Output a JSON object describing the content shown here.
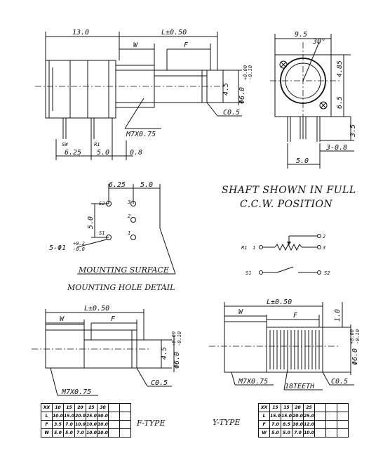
{
  "top_view": {
    "dim_length_total": "13.0",
    "dim_length_shaft": "L±0.50",
    "dim_w": "W",
    "dim_f": "F",
    "dim_flat": "4.5",
    "dim_dia_main": "Φ6.0",
    "dim_dia_tol_plus": "+0.00",
    "dim_dia_tol_minus": "-0.10",
    "chamfer": "C0.5",
    "thread": "M7X0.75",
    "label_sw": "SW",
    "label_r1": "R1",
    "dim_625": "6.25",
    "dim_50": "5.0",
    "dim_08": "0.8"
  },
  "side_view": {
    "dim_width": "9.5",
    "dim_angle": "30°",
    "dim_485": "4.85",
    "dim_65": "6.5",
    "dim_35": "3.5",
    "dim_308": "3-0.8",
    "dim_50": "5.0"
  },
  "mounting": {
    "dim_625": "6.25",
    "dim_50_top": "5.0",
    "dim_50_side": "5.0",
    "hole_spec": "5-Φ1",
    "hole_tol_plus": "+0.2",
    "hole_tol_minus": "-0.0",
    "s2": "S2",
    "s1": "S1",
    "p3": "3",
    "p2": "2",
    "p1": "1",
    "surface_label": "MOUNTING SURFACE",
    "detail_label": "MOUNTING HOLE DETAIL"
  },
  "shaft_note": {
    "line1": "SHAFT SHOWN IN FULL",
    "line2": "C.C.W. POSITION"
  },
  "schematic": {
    "r1": "R1",
    "n1": "1",
    "n2": "2",
    "n3": "3",
    "s1": "S1",
    "s2": "S2"
  },
  "f_type": {
    "dim_l": "L±0.50",
    "dim_w": "W",
    "dim_f": "F",
    "dim_flat": "4.5",
    "dim_dia": "Φ6.0",
    "dim_dia_tol_plus": "+0.00",
    "dim_dia_tol_minus": "-0.10",
    "chamfer": "C0.5",
    "thread": "M7X0.75",
    "label": "F-TYPE",
    "table": [
      [
        "XX",
        "10",
        "15",
        "20",
        "25",
        "30"
      ],
      [
        "L",
        "10.0",
        "15.0",
        "20.0",
        "25.0",
        "30.0"
      ],
      [
        "F",
        "3.5",
        "7.0",
        "10.0",
        "10.0",
        "10.0"
      ],
      [
        "W",
        "5.0",
        "5.0",
        "7.0",
        "10.0",
        "10.0"
      ]
    ]
  },
  "y_type": {
    "dim_l": "L±0.50",
    "dim_w": "W",
    "dim_f": "F",
    "dim_10": "1.0",
    "dim_dia": "Φ6.0",
    "dim_dia_tol_plus": "+0.00",
    "dim_dia_tol_minus": "-0.10",
    "chamfer": "C0.5",
    "thread": "M7X0.75",
    "teeth": "18TEETH",
    "label": "Y-TYPE",
    "table": [
      [
        "XX",
        "15",
        "15",
        "20",
        "25"
      ],
      [
        "L",
        "15.0",
        "15.0",
        "20.0",
        "25.0"
      ],
      [
        "F",
        "7.0",
        "8.5",
        "10.0",
        "12.0"
      ],
      [
        "W",
        "5.0",
        "5.0",
        "7.0",
        "10.0"
      ]
    ]
  }
}
